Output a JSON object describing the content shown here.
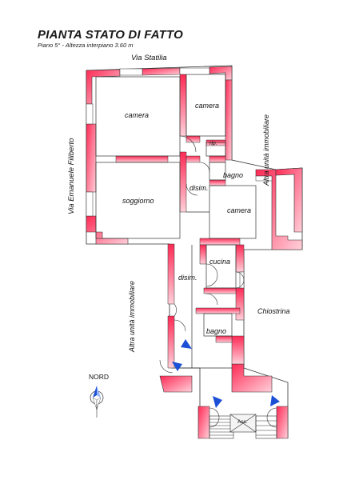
{
  "header": {
    "title": "PIANTA STATO DI FATTO",
    "subtitle": "Piano 5° - Altezza interpiano 3.60 m"
  },
  "streets": {
    "top": "Via Statilia",
    "left": "Via Emanuele Filiberto"
  },
  "neighbors": {
    "right": "Altra unità immobiliare",
    "bottom_left": "Altra unità immobiliare",
    "courtyard": "Chiostrina"
  },
  "rooms": {
    "camera_1": "camera",
    "camera_2": "camera",
    "rip": "rip.",
    "bagno_1": "bagno",
    "disim_1": "disim.",
    "soggiorno": "soggiorno",
    "camera_3": "camera",
    "cucina": "cucina",
    "disim_2": "disim.",
    "bagno_2": "bagno"
  },
  "stair": {
    "elevator": "Asc."
  },
  "compass": {
    "label": "NORD"
  },
  "colors": {
    "wall": "#f0003a",
    "wall_light": "#ffc2cf",
    "line": "#333333",
    "door_arrow": "#1a4fd6"
  }
}
